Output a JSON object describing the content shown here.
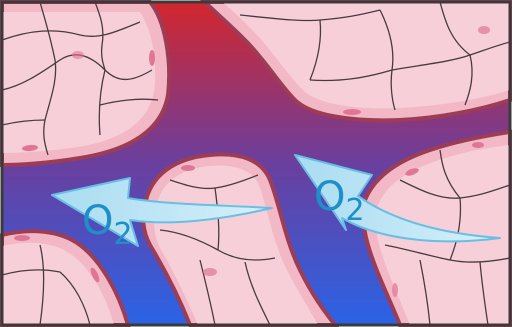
{
  "colors": {
    "vessel_top": "#d3262d",
    "vessel_mid": "#6a3f9e",
    "vessel_bottom": "#2a63e6",
    "tissue_fill": "#f2b8c6",
    "tissue_light": "#f7cfd9",
    "tissue_outline": "#9c3d55",
    "cell_line": "#4a3a40",
    "nucleus": "#e07595",
    "arrow_fill": "#a9dcf1",
    "arrow_outline": "#68bfe3",
    "label_color": "#1f8fc9",
    "frame": "#3a3a3a"
  },
  "labels": {
    "left_arrow": {
      "base": "O",
      "sub": "2"
    },
    "right_arrow": {
      "base": "O",
      "sub": "2"
    }
  }
}
